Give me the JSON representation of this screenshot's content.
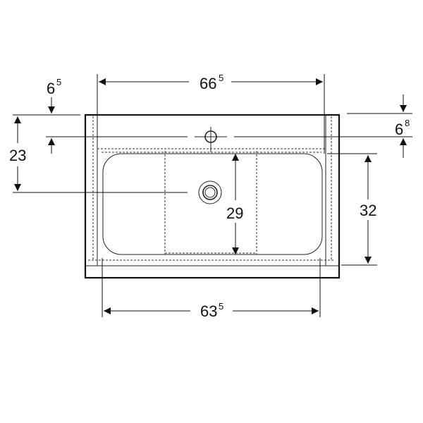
{
  "dimensions": {
    "overall_width": {
      "main": "66",
      "sup": "5"
    },
    "inner_width": {
      "main": "63",
      "sup": "5"
    },
    "left_top_offset": {
      "main": "6",
      "sup": "5"
    },
    "left_height": {
      "main": "23",
      "sup": ""
    },
    "right_top_offset": {
      "main": "6",
      "sup": "8"
    },
    "right_height": {
      "main": "32",
      "sup": ""
    },
    "center_depth": {
      "main": "29",
      "sup": ""
    }
  },
  "colors": {
    "line": "#111111",
    "background": "#ffffff"
  }
}
